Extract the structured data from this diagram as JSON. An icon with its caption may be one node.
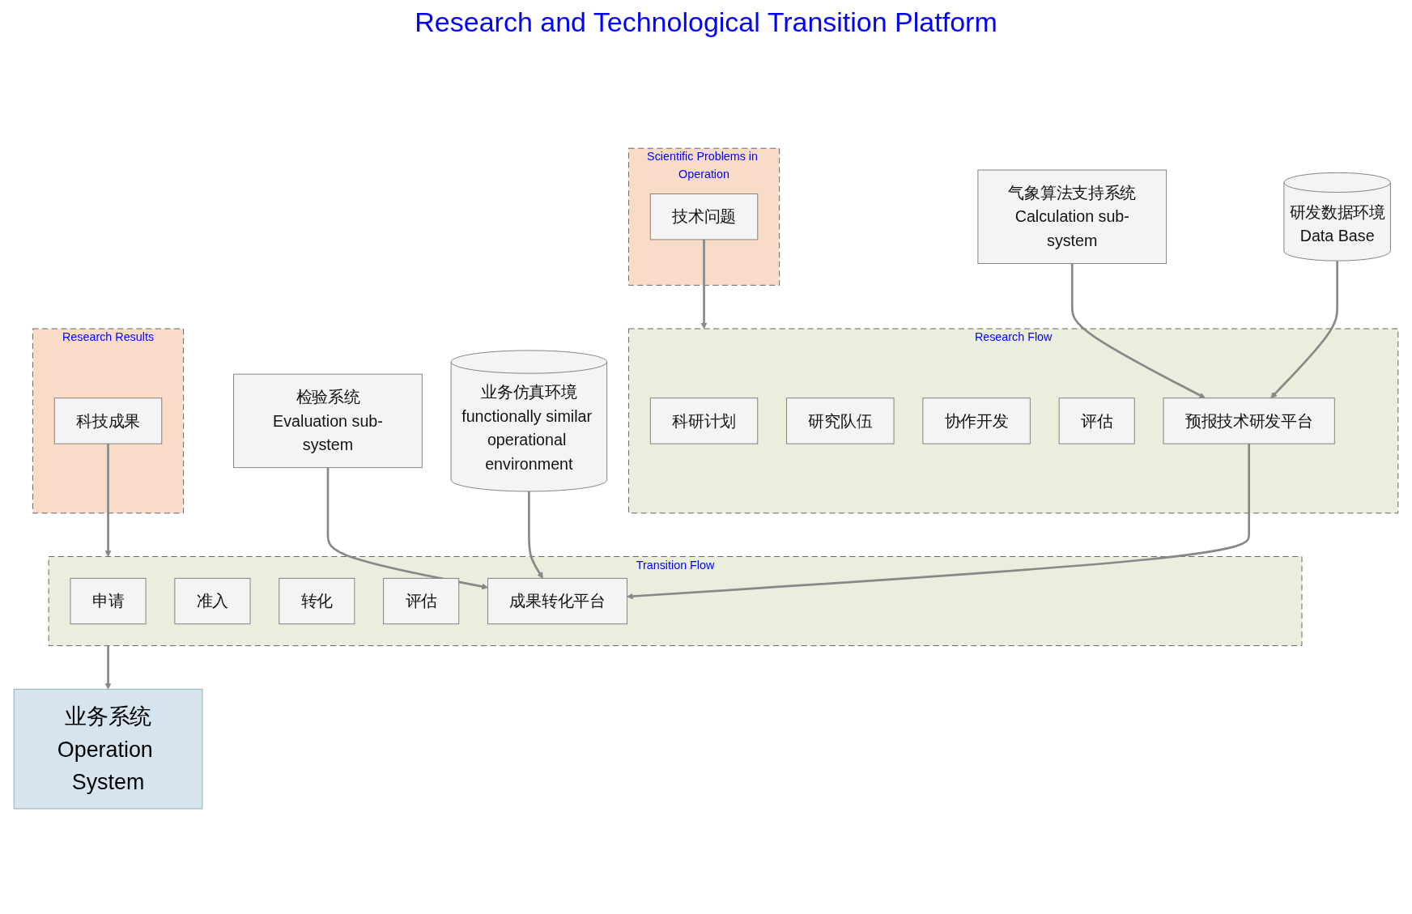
{
  "diagram": {
    "nodes": [
      {
        "text": [
          "Scientific Problems in Operation"
        ]
      },
      {
        "text": [
          "技术问题"
        ],
        "in": 0
      },
      {
        "text": [
          "Research Results"
        ]
      },
      {
        "text": [
          "科技成果"
        ],
        "in": 2
      },
      {
        "text": [
          "Research Flow"
        ]
      },
      {
        "text": [
          "科研计划"
        ],
        "in": 4
      },
      {
        "text": [
          "研究队伍"
        ],
        "in": 4
      },
      {
        "text": [
          "协作开发"
        ],
        "in": 4
      },
      {
        "text": [
          "评估"
        ],
        "in": 4
      },
      {
        "text": [
          "预报技术研发平台"
        ],
        "in": 4
      },
      {
        "text": [
          "Transition Flow"
        ]
      },
      {
        "text": [
          "申请"
        ],
        "in": 10
      },
      {
        "text": [
          "准入"
        ],
        "in": 10
      },
      {
        "text": [
          "转化"
        ],
        "in": 10
      },
      {
        "text": [
          "评估"
        ],
        "in": 10
      },
      {
        "text": [
          "成果转化平台"
        ],
        "in": 10
      },
      {
        "text": [
          "气象算法支持系统",
          "Calculation sub-system"
        ]
      },
      {
        "text": [
          "研发数据环境",
          "Data Base"
        ]
      },
      {
        "text": [
          "检验系统",
          "Evaluation sub-system"
        ]
      },
      {
        "text": [
          "业务仿真环境",
          "functionally similar operational environment"
        ]
      },
      {
        "text": [
          "业务系统",
          "Operation System"
        ]
      }
    ],
    "edges": [
      {
        "from": 1,
        "to": 4,
        "arrow": "to"
      },
      {
        "from": 3,
        "to": 10,
        "arrow": "to"
      },
      {
        "from": 16,
        "to": 9,
        "arrow": "to"
      },
      {
        "from": 17,
        "to": 9,
        "arrow": "to"
      },
      {
        "from": 18,
        "to": 15,
        "arrow": "to"
      },
      {
        "from": 19,
        "to": 15,
        "arrow": "to"
      },
      {
        "from": 9,
        "to": 15,
        "arrow": "to"
      },
      {
        "from": 10,
        "to": 20,
        "arrow": "to"
      }
    ],
    "labels": [
      "Research and Technological Transition Platform"
    ]
  }
}
